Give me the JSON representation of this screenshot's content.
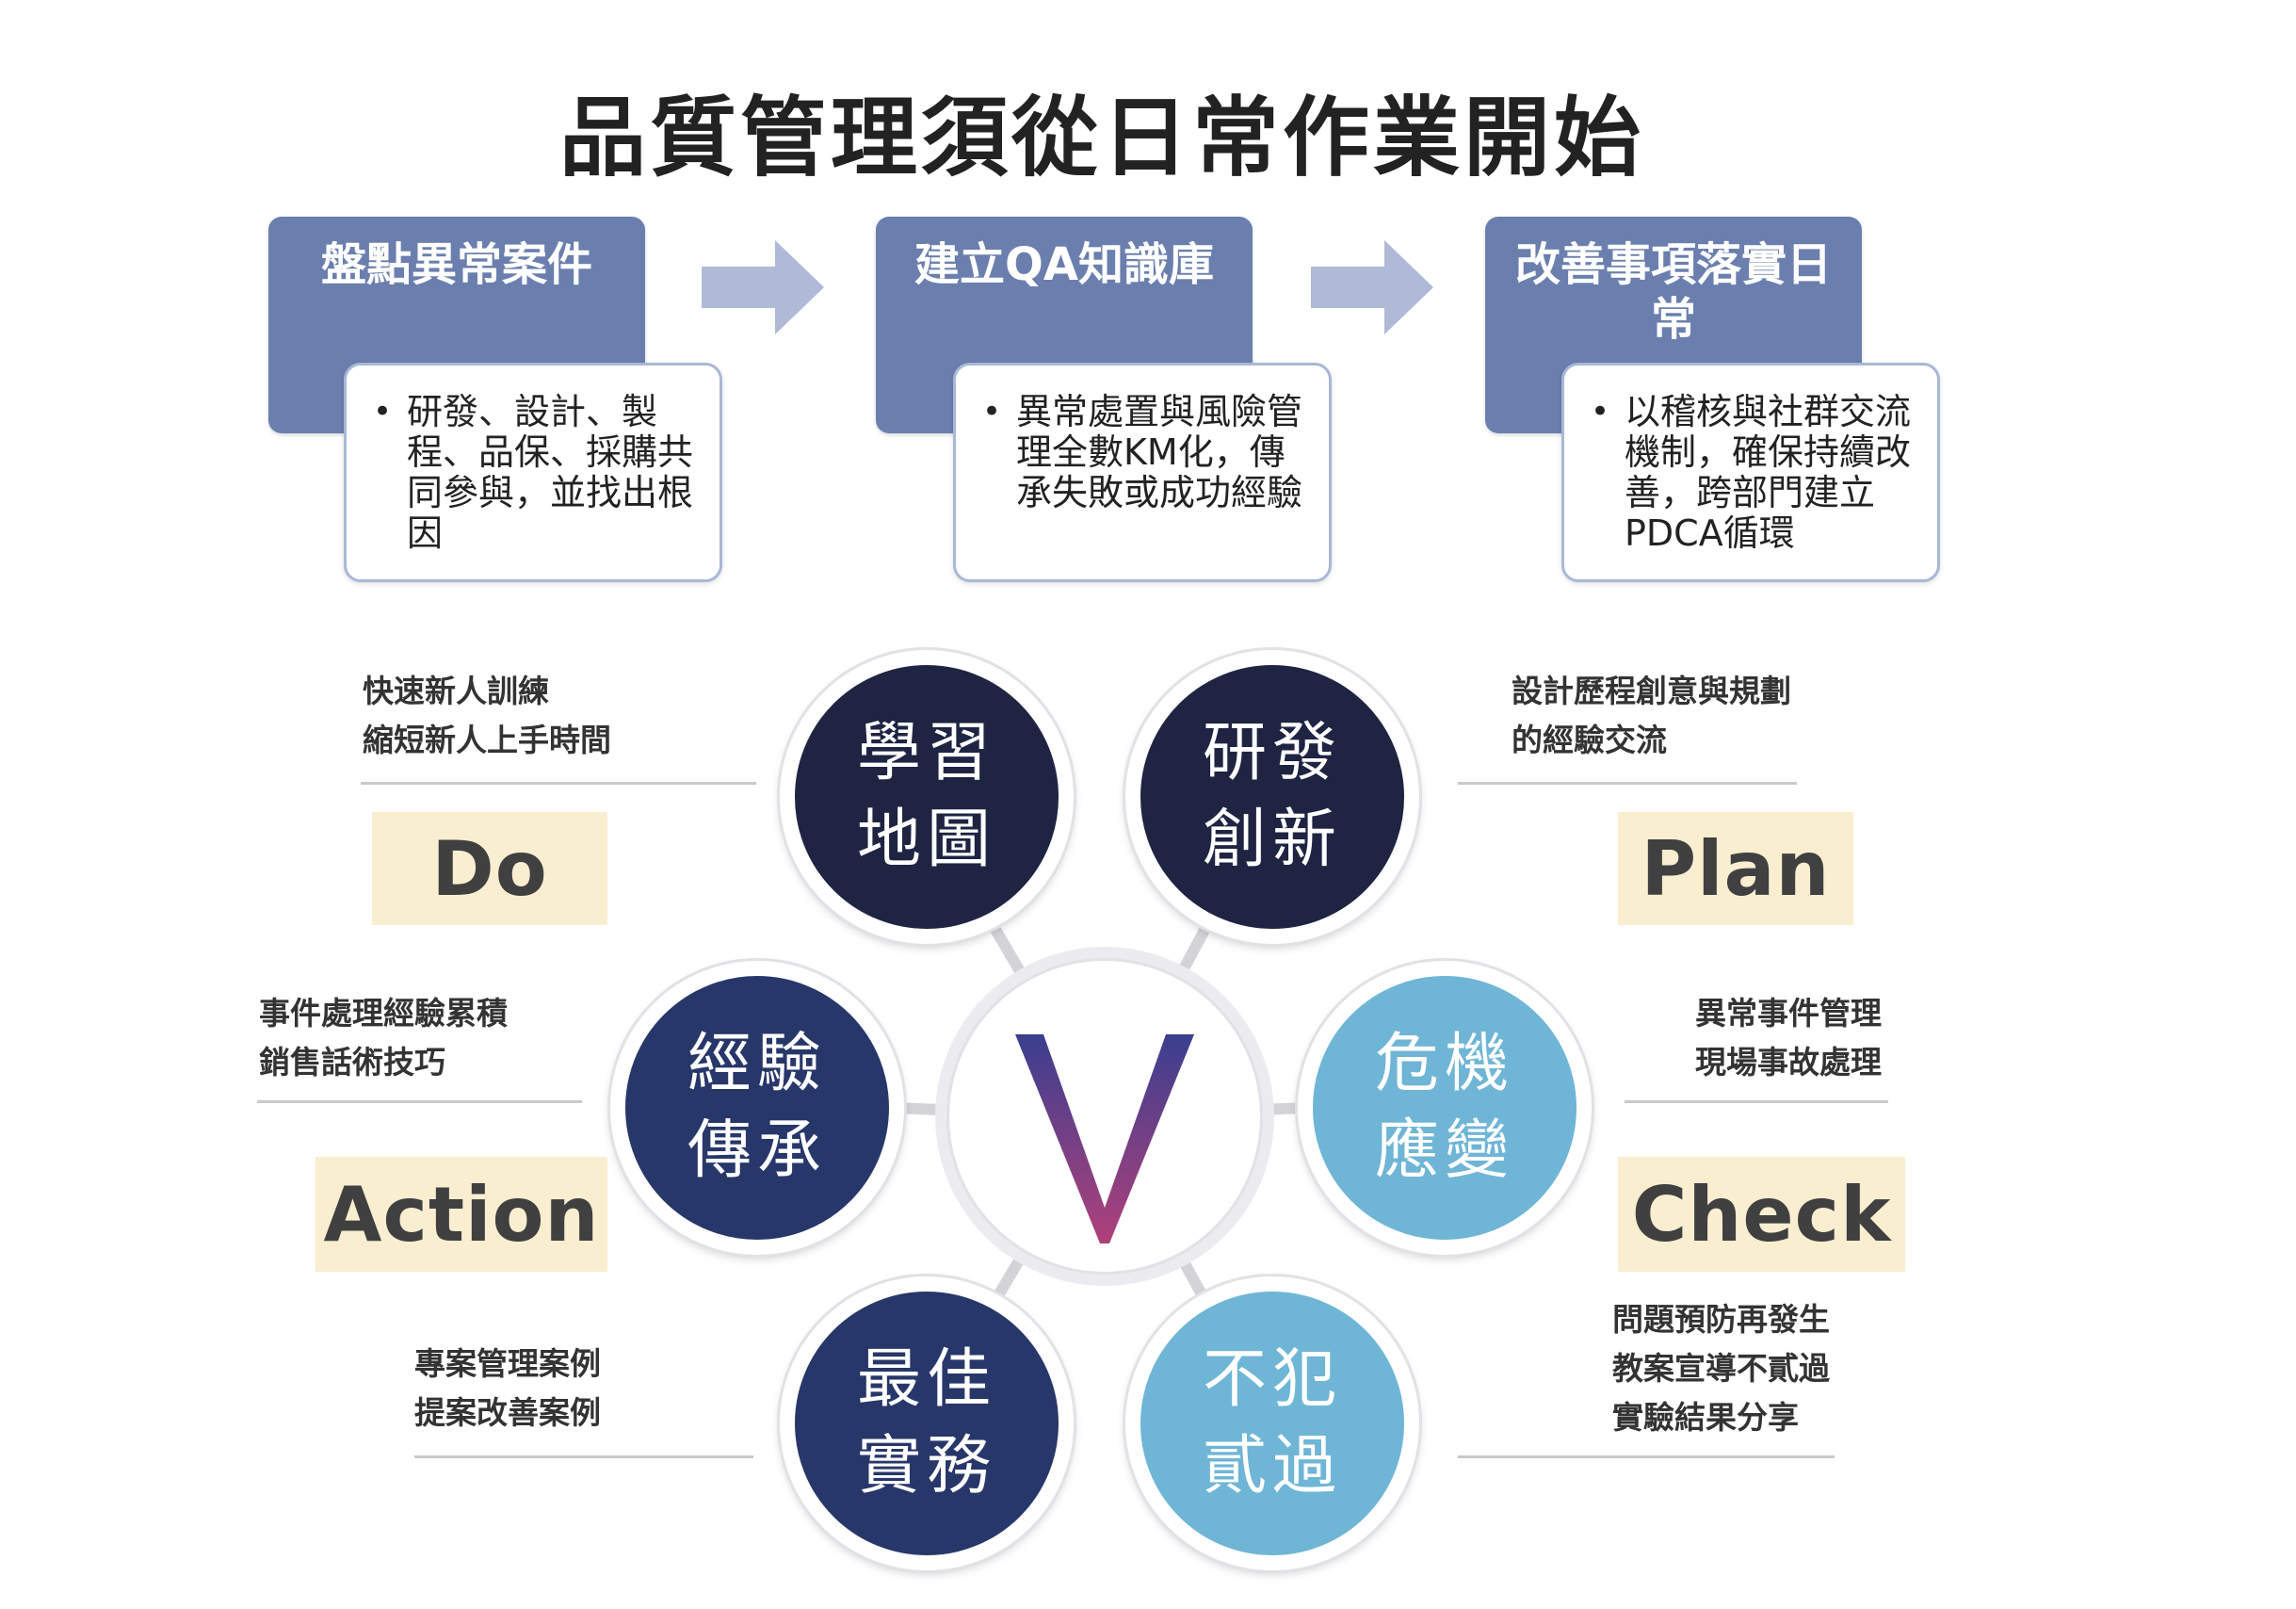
{
  "title": "品質管理須從日常作業開始",
  "steps": [
    {
      "heading": "盤點異常案件",
      "bullet": "•",
      "body": "研發、設計、製程、品保、採購共同參與，並找出根因"
    },
    {
      "heading": "建立QA知識庫",
      "bullet": "•",
      "body": "異常處置與風險管理全數KM化，傳承失敗或成功經驗"
    },
    {
      "heading": "改善事項落實日常",
      "bullet": "•",
      "body": "以稽核與社群交流機制，確保持續改善，跨部門建立PDCA循環"
    }
  ],
  "center_symbol": "V",
  "circles": {
    "learning_map": {
      "text": "學習\n地圖",
      "color": "#1e2442"
    },
    "rd_innovation": {
      "text": "研發\n創新",
      "color": "#1e2442"
    },
    "experience": {
      "text": "經驗\n傳承",
      "color": "#28376a"
    },
    "crisis": {
      "text": "危機\n應變",
      "color": "#6fb5d6"
    },
    "best_practice": {
      "text": "最佳\n實務",
      "color": "#28376a"
    },
    "no_repeat": {
      "text": "不犯\n貳過",
      "color": "#6fb5d6"
    }
  },
  "pdca": {
    "do": "Do",
    "plan": "Plan",
    "action": "Action",
    "check": "Check"
  },
  "notes": {
    "do": "快速新人訓練\n縮短新人上手時間",
    "plan": "設計歷程創意與規劃\n的經驗交流",
    "action": "事件處理經驗累積\n銷售話術技巧",
    "check": "異常事件管理\n現場事故處理",
    "best_practice": "專案管理案例\n提案改善案例",
    "no_repeat": "問題預防再發生\n教案宣導不貳過\n實驗結果分享"
  },
  "colors": {
    "step_head": "#6b7fae",
    "step_border": "#a9b8d7",
    "arrow": "#aebad6",
    "pdca_bg": "#faeed1",
    "v_gradient_start": "#3a3f8f",
    "v_gradient_end": "#b0407a"
  }
}
